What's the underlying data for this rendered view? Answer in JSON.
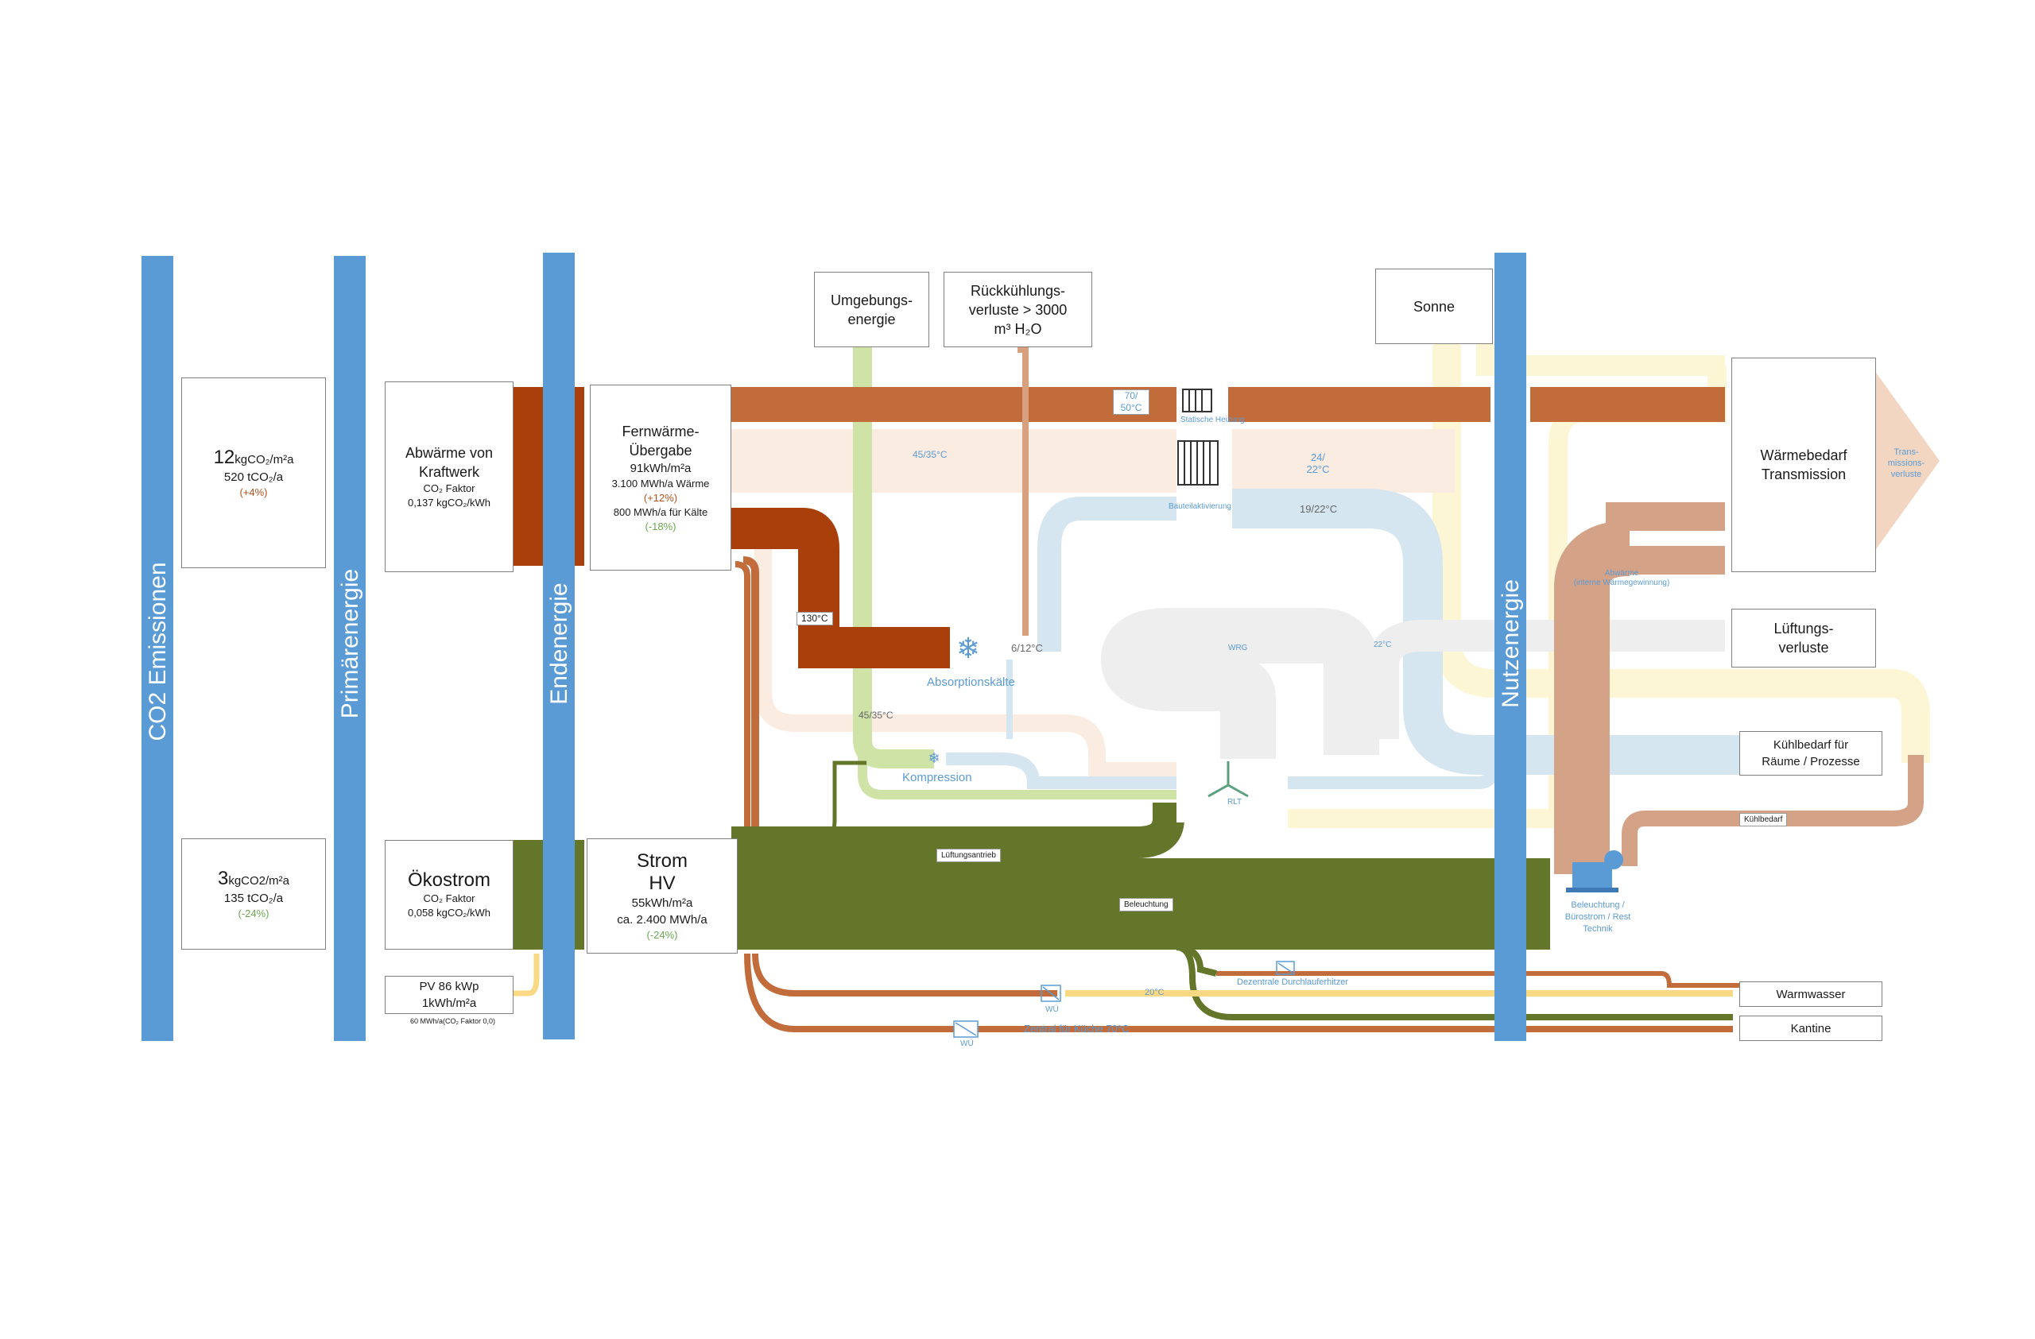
{
  "columns": {
    "co2": "CO2 Emissionen",
    "primary": "Primärenergie",
    "final": "Endenergie",
    "useful": "Nutzenergie"
  },
  "co2_heat": {
    "specific": "12",
    "specific_unit": "kgCO₂/m²a",
    "total": "520 tCO₂/a",
    "change": "(+4%)"
  },
  "co2_power": {
    "specific": "3",
    "specific_unit": "kgCO2/m²a",
    "total": "135 tCO₂/a",
    "change": "(-24%)"
  },
  "abwaerme": {
    "title": "Abwärme von Kraftwerk",
    "factor_label": "CO₂ Faktor",
    "factor": "0,137 kgCO₂/kWh"
  },
  "oekostrom": {
    "title": "Ökostrom",
    "factor_label": "CO₂ Faktor",
    "factor": "0,058 kgCO₂/kWh"
  },
  "pv": {
    "line1": "PV 86 kWp",
    "line2": "1kWh/m²a",
    "note": "60 MWh/a(CO₂ Faktor 0,0)"
  },
  "fernwaerme": {
    "title": "Fernwärme-Übergabe",
    "specific": "91kWh/m²a",
    "heat": "3.100 MWh/a Wärme",
    "heat_change": "(+12%)",
    "cold": "800 MWh/a für Kälte",
    "cold_change": "(-18%)"
  },
  "strom": {
    "title1": "Strom",
    "title2": "HV",
    "specific": "55kWh/m²a",
    "total": "ca. 2.400 MWh/a",
    "change": "(-24%)"
  },
  "sources": {
    "umgebung": "Umgebungs-energie",
    "rueckkuehl1": "Rückkühlungs-",
    "rueckkuehl2": "verluste > 3000",
    "rueckkuehl3": "m³ H₂O",
    "sonne": "Sonne"
  },
  "demands": {
    "waermebedarf1": "Wärmebedarf",
    "waermebedarf2": "Transmission",
    "transmission_loss": "Trans-missions-verluste",
    "lueftung1": "Lüftungs-",
    "lueftung2": "verluste",
    "kuehl1": "Kühlbedarf für",
    "kuehl2": "Räume / Prozesse",
    "warmwasser": "Warmwasser",
    "kantine": "Kantine"
  },
  "labels": {
    "t_70_50": "70/ 50°C",
    "statische_heizung": "Statische Heizung",
    "t_45_35_a": "45/35°C",
    "t_24_22": "24/ 22°C",
    "bauteilaktivierung": "Bauteilaktivierung",
    "t_19_22": "19/22°C",
    "t_130": "130°C",
    "t_6_12": "6/12°C",
    "absorption": "Absorptionskälte",
    "t_45_35_b": "45/35°C",
    "kompression": "Kompression",
    "wrg": "WRG",
    "t_22": "22°C",
    "rlt": "RLT",
    "abwaerme_intern1": "Abwärme",
    "abwaerme_intern2": "(interne Wärmegewinnung)",
    "kuehlbedarf_tag": "Kühlbedarf",
    "lueftungsantrieb": "Lüftungsantrieb",
    "beleuchtung": "Beleuchtung",
    "beleuchtung_node1": "Beleuchtung /",
    "beleuchtung_node2": "Bürostrom / Rest",
    "beleuchtung_node3": "Technik",
    "dezentral": "Dezentrale Durchlauferhitzer",
    "t_20": "20°C",
    "wue1": "WÜ",
    "wue2": "WÜ",
    "zentral": "Zentral für Küche 70°C"
  },
  "colors": {
    "column": "#5b9bd5",
    "heat": "#c26c3c",
    "heat_dark": "#a9400c",
    "power": "#63762a",
    "ambient": "#cfe3a7",
    "cooling": "#d6e6f1",
    "sun": "#fdf6d4",
    "ventilation": "#eeeeee",
    "lowtemp": "#fbece2"
  }
}
